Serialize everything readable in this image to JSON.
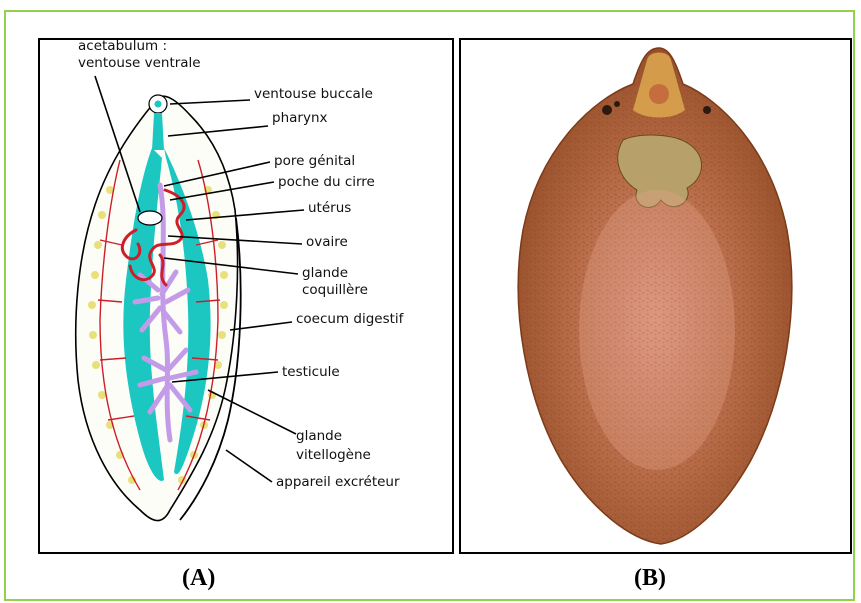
{
  "panel_a": {
    "labels": {
      "acetabulum": "acetabulum :",
      "ventouse_ventrale": "ventouse ventrale",
      "ventouse_buccale": "ventouse buccale",
      "pharynx": "pharynx",
      "pore_genital": "pore génital",
      "poche_cirre": "poche du cirre",
      "uterus": "utérus",
      "ovaire": "ovaire",
      "glande_coquillere_1": "glande",
      "glande_coquillere_2": "coquillère",
      "coecum": "coecum digestif",
      "testicule": "testicule",
      "glande_vitellogene_1": "glande",
      "glande_vitellogene_2": "vitellogène",
      "appareil": "appareil excréteur"
    },
    "caption": "(A)"
  },
  "panel_b": {
    "caption": "(B)"
  },
  "colors": {
    "frame": "#92d050",
    "digestive": "#1cc7c2",
    "uterus": "#cc1f2a",
    "testis": "#c39be8",
    "vitelline": "#e8e07a",
    "specimen_body": "#a8542a"
  }
}
